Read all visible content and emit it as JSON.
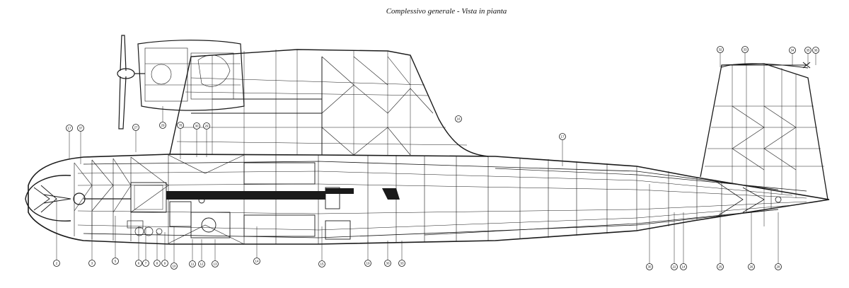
{
  "title": "Complessivo generale - Vista in pianta",
  "bottom_callouts": [
    {
      "label": "2"
    },
    {
      "label": "3"
    },
    {
      "label": "5"
    },
    {
      "label": "6"
    },
    {
      "label": "7"
    },
    {
      "label": "8"
    },
    {
      "label": "9"
    },
    {
      "label": "10"
    },
    {
      "label": "11"
    },
    {
      "label": "12"
    },
    {
      "label": "13"
    },
    {
      "label": "14"
    },
    {
      "label": "15"
    },
    {
      "label": "19"
    },
    {
      "label": "30"
    },
    {
      "label": "33"
    },
    {
      "label": "30"
    },
    {
      "label": "22"
    },
    {
      "label": "14"
    },
    {
      "label": "25"
    },
    {
      "label": "26"
    },
    {
      "label": "28"
    }
  ],
  "top_callouts": [
    {
      "label": "17"
    },
    {
      "label": "37"
    },
    {
      "label": "27"
    },
    {
      "label": "29"
    },
    {
      "label": "78"
    },
    {
      "label": "30"
    },
    {
      "label": "29"
    },
    {
      "label": "16"
    },
    {
      "label": "17"
    },
    {
      "label": "32"
    },
    {
      "label": "33"
    },
    {
      "label": "34"
    },
    {
      "label": "35"
    },
    {
      "label": "36"
    }
  ],
  "colors": {
    "ink": "#1a1a1a",
    "paper": "#ffffff"
  }
}
